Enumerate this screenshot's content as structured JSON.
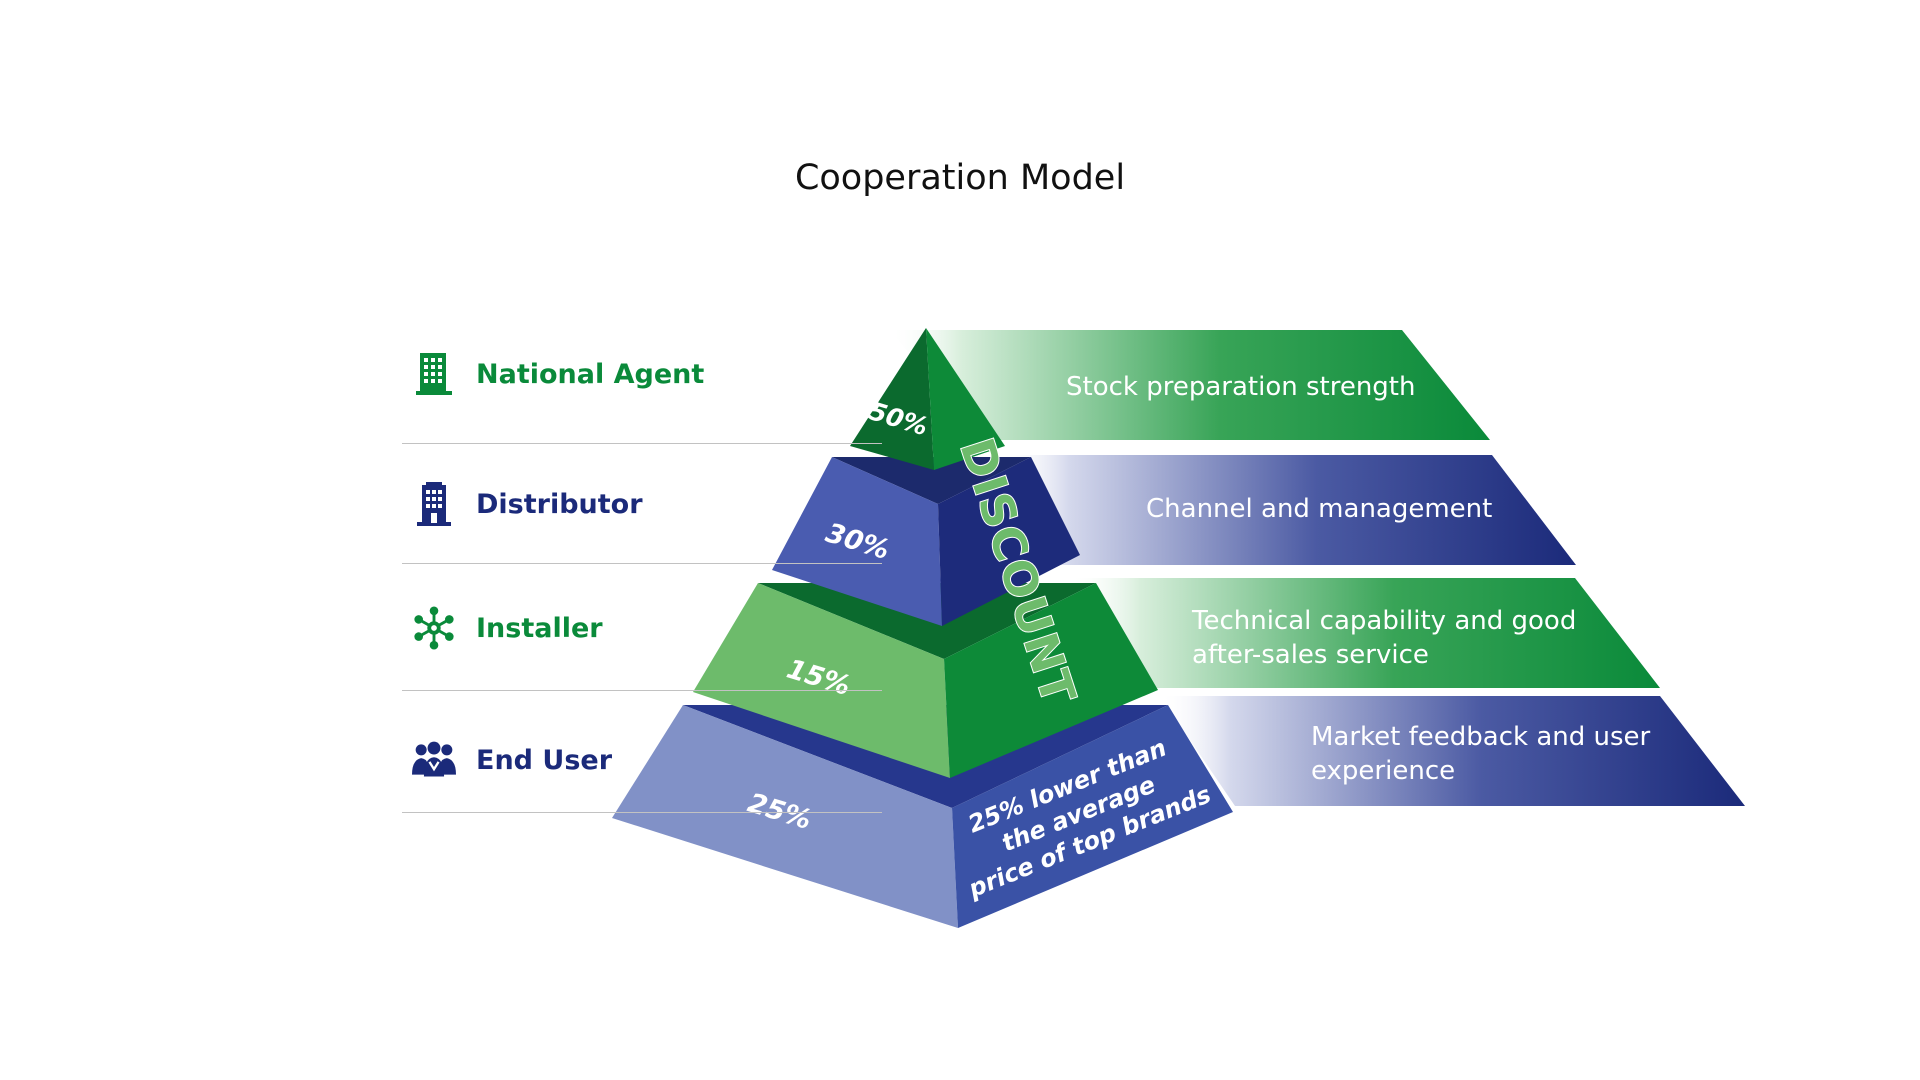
{
  "title": "Cooperation Model",
  "tiers": [
    {
      "label": "National Agent",
      "icon": "building-icon",
      "percent": "50%",
      "description": [
        "Stock preparation strength"
      ]
    },
    {
      "label": "Distributor",
      "icon": "office-tower-icon",
      "percent": "30%",
      "description": [
        "Channel and management"
      ]
    },
    {
      "label": "Installer",
      "icon": "network-hub-icon",
      "percent": "15%",
      "description": [
        "Technical capability and good",
        "after-sales service"
      ]
    },
    {
      "label": "End User",
      "icon": "user-group-icon",
      "percent": "25%",
      "description": [
        "Market feedback and user",
        "experience"
      ]
    }
  ],
  "pyramid_vertical_label": "DISCOUNT",
  "base_note": [
    "25% lower than",
    "the average",
    "price of top brands"
  ],
  "colors": {
    "green": "#0a8a3a",
    "navy": "#1b2a7a",
    "light_green": "#6dbb6b",
    "mid_blue": "#4a5cb0",
    "light_blue": "#8291c7"
  }
}
